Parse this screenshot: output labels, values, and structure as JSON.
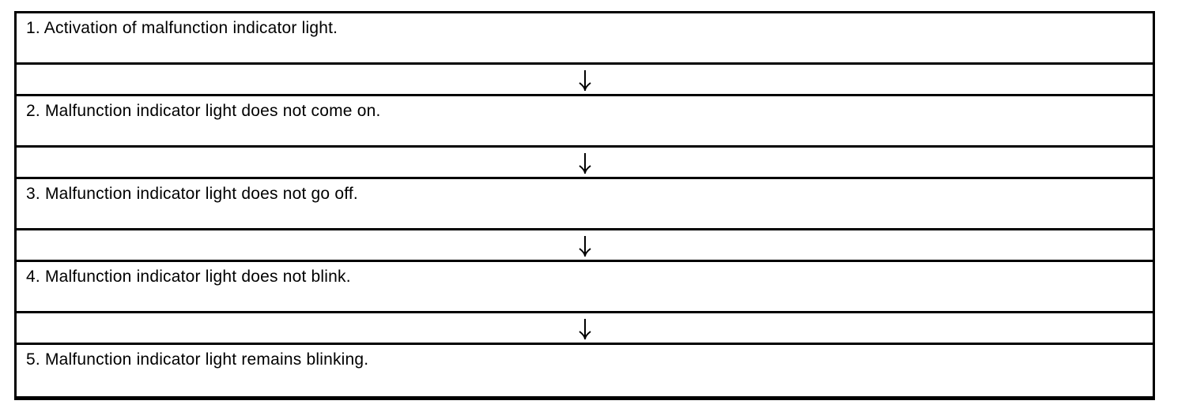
{
  "diagram": {
    "kind": "flowchart",
    "background_color": "#ffffff",
    "border_color": "#000000",
    "text_color": "#000000"
  },
  "steps": [
    {
      "label": "1. Activation of malfunction indicator light."
    },
    {
      "label": "2. Malfunction indicator light does not come on."
    },
    {
      "label": "3. Malfunction indicator light does not go off."
    },
    {
      "label": "4. Malfunction indicator light does not blink."
    },
    {
      "label": "5. Malfunction indicator light remains blinking."
    }
  ],
  "icons": {
    "down_arrow_glyph": "↓"
  }
}
